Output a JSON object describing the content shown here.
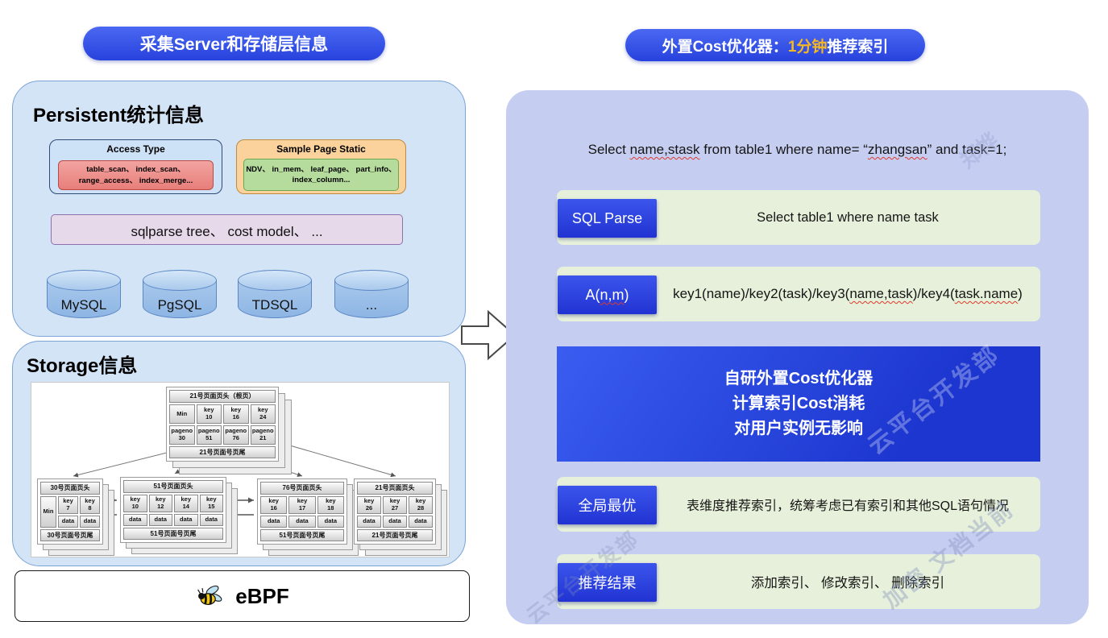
{
  "colors": {
    "accent_blue": "#2742dd",
    "gold": "#f5b822",
    "panel_purple": "#c5cdf0",
    "row_green": "#e6f0da",
    "left_blue": "#d4e4f7"
  },
  "watermarks": {
    "w1": "云平台开发部",
    "w2": "加密 文档当前",
    "w3": "郑桦",
    "w4": "云平台开发部"
  },
  "left": {
    "title": "采集Server和存储层信息",
    "persistent": {
      "heading": "Persistent统计信息",
      "access": {
        "title": "Access Type",
        "body": "table_scan、 index_scan、\nrange_access、 index_merge..."
      },
      "sample": {
        "title": "Sample Page Static",
        "body": "NDV、 in_mem、 leaf_page、 part_info、\nindex_column..."
      },
      "parse_box": "sqlparse tree、 cost model、 ...",
      "databases": {
        "db1": "MySQL",
        "db2": "PgSQL",
        "db3": "TDSQL",
        "db4": "..."
      }
    },
    "storage": {
      "heading": "Storage信息",
      "root": {
        "header": "21号页面页头（根页）",
        "c1": "Min",
        "c2": "key\n10",
        "c3": "key\n16",
        "c4": "key\n24",
        "p1": "pageno\n30",
        "p2": "pageno\n51",
        "p3": "pageno\n76",
        "p4": "pageno\n21",
        "footer": "21号页面号页尾"
      },
      "leaf1": {
        "header": "30号页面页头",
        "min": "Min",
        "k1": "key\n7",
        "k2": "key\n8",
        "d": "data",
        "footer": "30号页面号页尾"
      },
      "leaf2": {
        "header": "51号页面页头",
        "k1": "key\n10",
        "k2": "key\n12",
        "k3": "key\n14",
        "k4": "key\n15",
        "d": "data",
        "footer": "51号页面号页尾"
      },
      "leaf3": {
        "header": "76号页面页头",
        "k1": "key\n16",
        "k2": "key\n17",
        "k3": "key\n18",
        "d": "data",
        "footer": "51号页面号页尾"
      },
      "leaf4": {
        "header": "21号页面页头",
        "k1": "key\n26",
        "k2": "key\n27",
        "k3": "key\n28",
        "d": "data",
        "footer": "21号页面号页尾"
      }
    },
    "ebpf_label": "eBPF"
  },
  "right": {
    "title": {
      "prefix": "外置Cost优化器：",
      "highlight": "1分钟",
      "suffix": "推荐索引"
    },
    "sql": {
      "p1": "Select ",
      "p2": "name,stask",
      "p3": " from table1 where name= “",
      "p4": "zhangsan",
      "p5": "” and task=1;"
    },
    "rows": {
      "r1": {
        "label": "SQL Parse",
        "text": "Select table1 where name task"
      },
      "r2": {
        "label_p1": "A(",
        "label_p2": "n,m",
        "label_p3": ")",
        "t1": "key1(name)/key2(task)/key3(",
        "t2": "name,task",
        "t3": ")/key4(",
        "t4": "task.name",
        "t5": ")"
      },
      "r3": {
        "label": "全局最优",
        "text": "表维度推荐索引，统筹考虑已有索引和其他SQL语句情况"
      },
      "r4": {
        "label": "推荐结果",
        "text": "添加索引、 修改索引、 删除索引"
      }
    },
    "highlight_box": {
      "l1": "自研外置Cost优化器",
      "l2": "计算索引Cost消耗",
      "l3": "对用户实例无影响"
    }
  }
}
